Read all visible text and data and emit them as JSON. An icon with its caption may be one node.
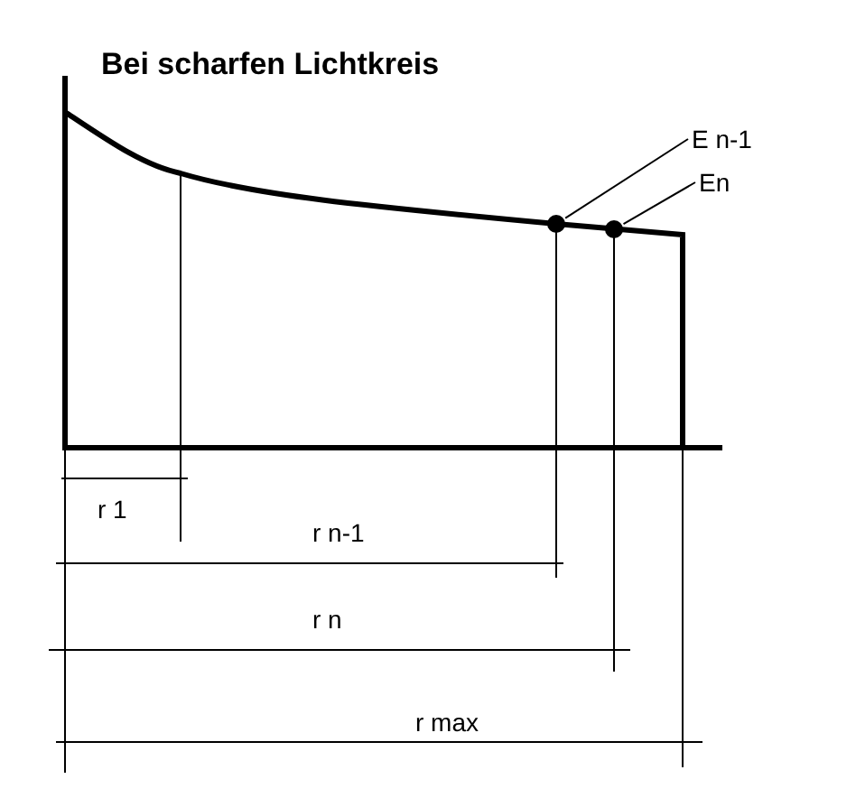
{
  "diagram": {
    "title": "Bei scharfen Lichtkreis",
    "nodes": [
      {
        "text": [
          "E n-1"
        ]
      },
      {
        "text": [
          "En"
        ]
      },
      {
        "text": [],
        "shape": "circle"
      },
      {
        "text": [],
        "shape": "circle"
      }
    ],
    "edges": [
      {
        "from": 0,
        "to": 2,
        "arrow": "none"
      },
      {
        "from": 1,
        "to": 3,
        "arrow": "none"
      }
    ],
    "labels": [
      "r 1",
      "r n-1",
      "r n",
      "r max"
    ]
  }
}
